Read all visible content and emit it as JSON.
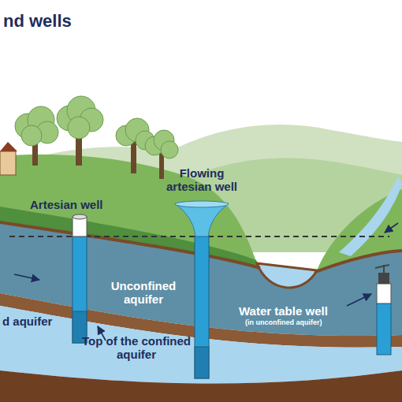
{
  "diagram": {
    "title": "nd wells",
    "labels": [
      "Artesian well",
      "Flowing artesian well",
      "Unconfined aquifer",
      "d aquifer",
      "Water table well",
      "(in unconfined aquifer)",
      "Top of the confined aquifer"
    ]
  }
}
